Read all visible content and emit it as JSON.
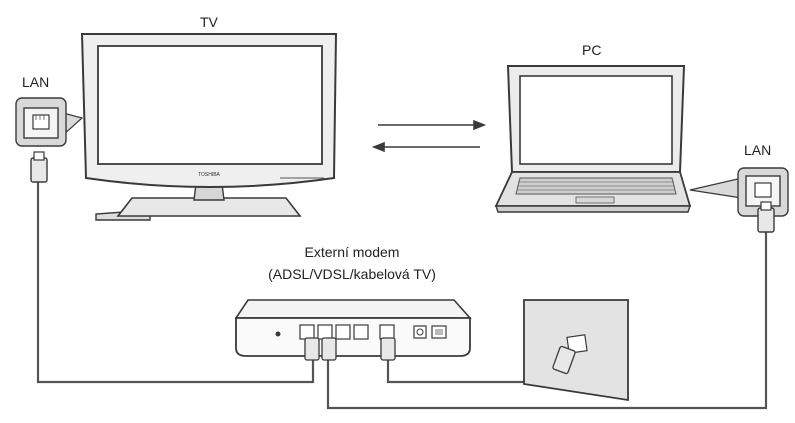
{
  "labels": {
    "tv": "TV",
    "pc": "PC",
    "lan_left": "LAN",
    "lan_right": "LAN",
    "modem_line1": "Externí modem",
    "modem_line2": "(ADSL/VDSL/kabelová TV)"
  },
  "tv_brand": "TOSHIBA",
  "colors": {
    "outline": "#3a3a3a",
    "device_fill": "#f2f2f2",
    "screen_fill": "#ffffff",
    "cable": "#555555",
    "port_box": "#d9d9d9",
    "wall": "#e3e3e3"
  }
}
